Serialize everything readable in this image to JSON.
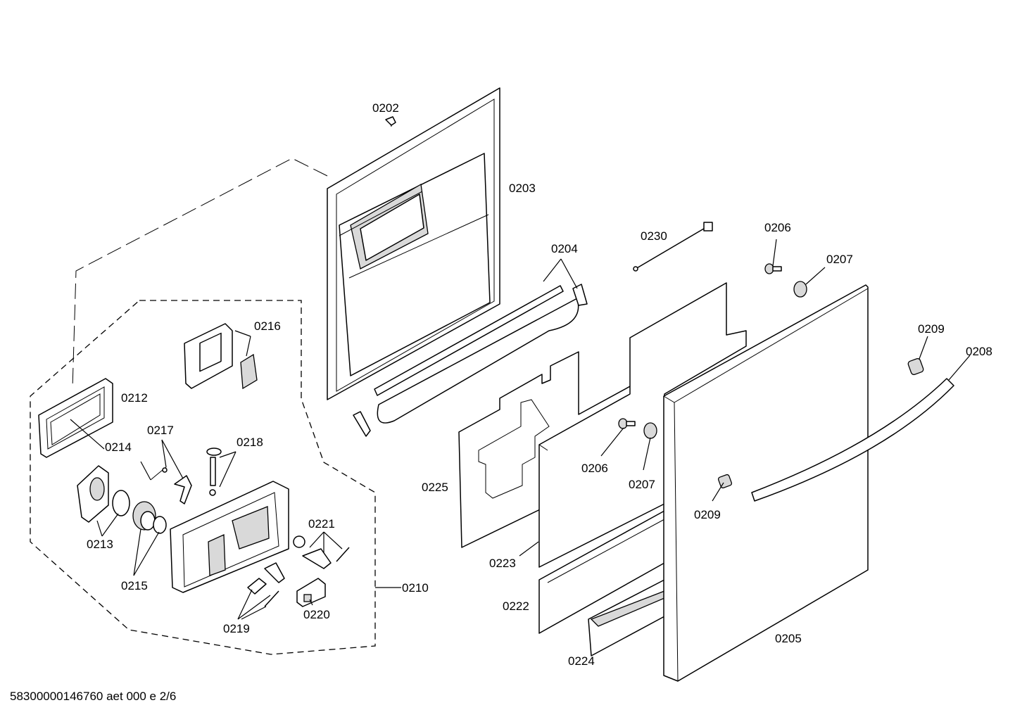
{
  "footer": {
    "code": "58300000146760 aet 000 e 2/6"
  },
  "labels": {
    "p0202": "0202",
    "p0203": "0203",
    "p0204": "0204",
    "p0205": "0205",
    "p0206a": "0206",
    "p0206b": "0206",
    "p0207a": "0207",
    "p0207b": "0207",
    "p0208": "0208",
    "p0209a": "0209",
    "p0209b": "0209",
    "p0210": "0210",
    "p0212": "0212",
    "p0213": "0213",
    "p0214": "0214",
    "p0215": "0215",
    "p0216": "0216",
    "p0217": "0217",
    "p0218": "0218",
    "p0219": "0219",
    "p0220": "0220",
    "p0221": "0221",
    "p0222": "0222",
    "p0223": "0223",
    "p0224": "0224",
    "p0225": "0225",
    "p0230": "0230"
  }
}
